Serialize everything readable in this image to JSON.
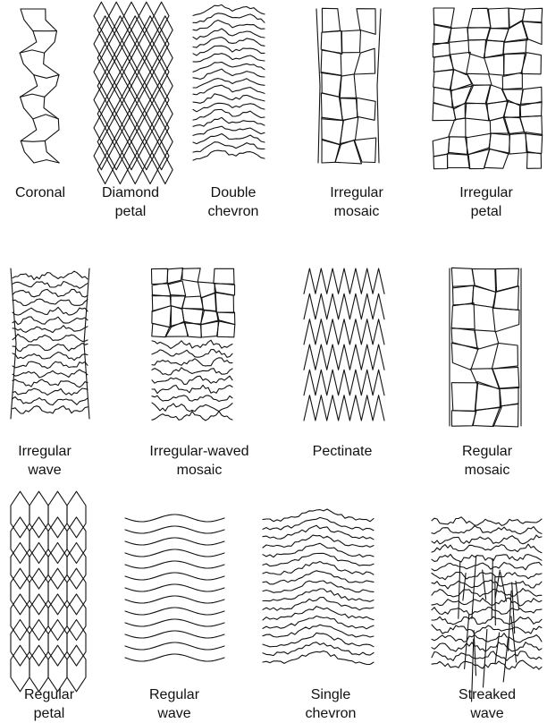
{
  "figure": {
    "patterns": [
      {
        "id": "coronal",
        "label": "Coronal",
        "style": "coronal"
      },
      {
        "id": "diamond-petal",
        "label": "Diamond\npetal",
        "style": "diamond"
      },
      {
        "id": "double-chevron",
        "label": "Double\nchevron",
        "style": "double-chevron"
      },
      {
        "id": "irregular-mosaic",
        "label": "Irregular\nmosaic",
        "style": "irregular-mosaic"
      },
      {
        "id": "irregular-petal",
        "label": "Irregular\npetal",
        "style": "irregular-petal"
      },
      {
        "id": "irregular-wave",
        "label": "Irregular\nwave",
        "style": "irregular-wave"
      },
      {
        "id": "irregular-waved-mosaic",
        "label": "Irregular-waved\nmosaic",
        "style": "irregular-waved-mosaic"
      },
      {
        "id": "pectinate",
        "label": "Pectinate",
        "style": "pectinate"
      },
      {
        "id": "regular-mosaic",
        "label": "Regular\nmosaic",
        "style": "regular-mosaic"
      },
      {
        "id": "regular-petal",
        "label": "Regular\npetal",
        "style": "regular-petal"
      },
      {
        "id": "regular-wave",
        "label": "Regular\nwave",
        "style": "regular-wave"
      },
      {
        "id": "single-chevron",
        "label": "Single\nchevron",
        "style": "single-chevron"
      },
      {
        "id": "streaked-wave",
        "label": "Streaked\nwave",
        "style": "streaked-wave"
      }
    ]
  }
}
